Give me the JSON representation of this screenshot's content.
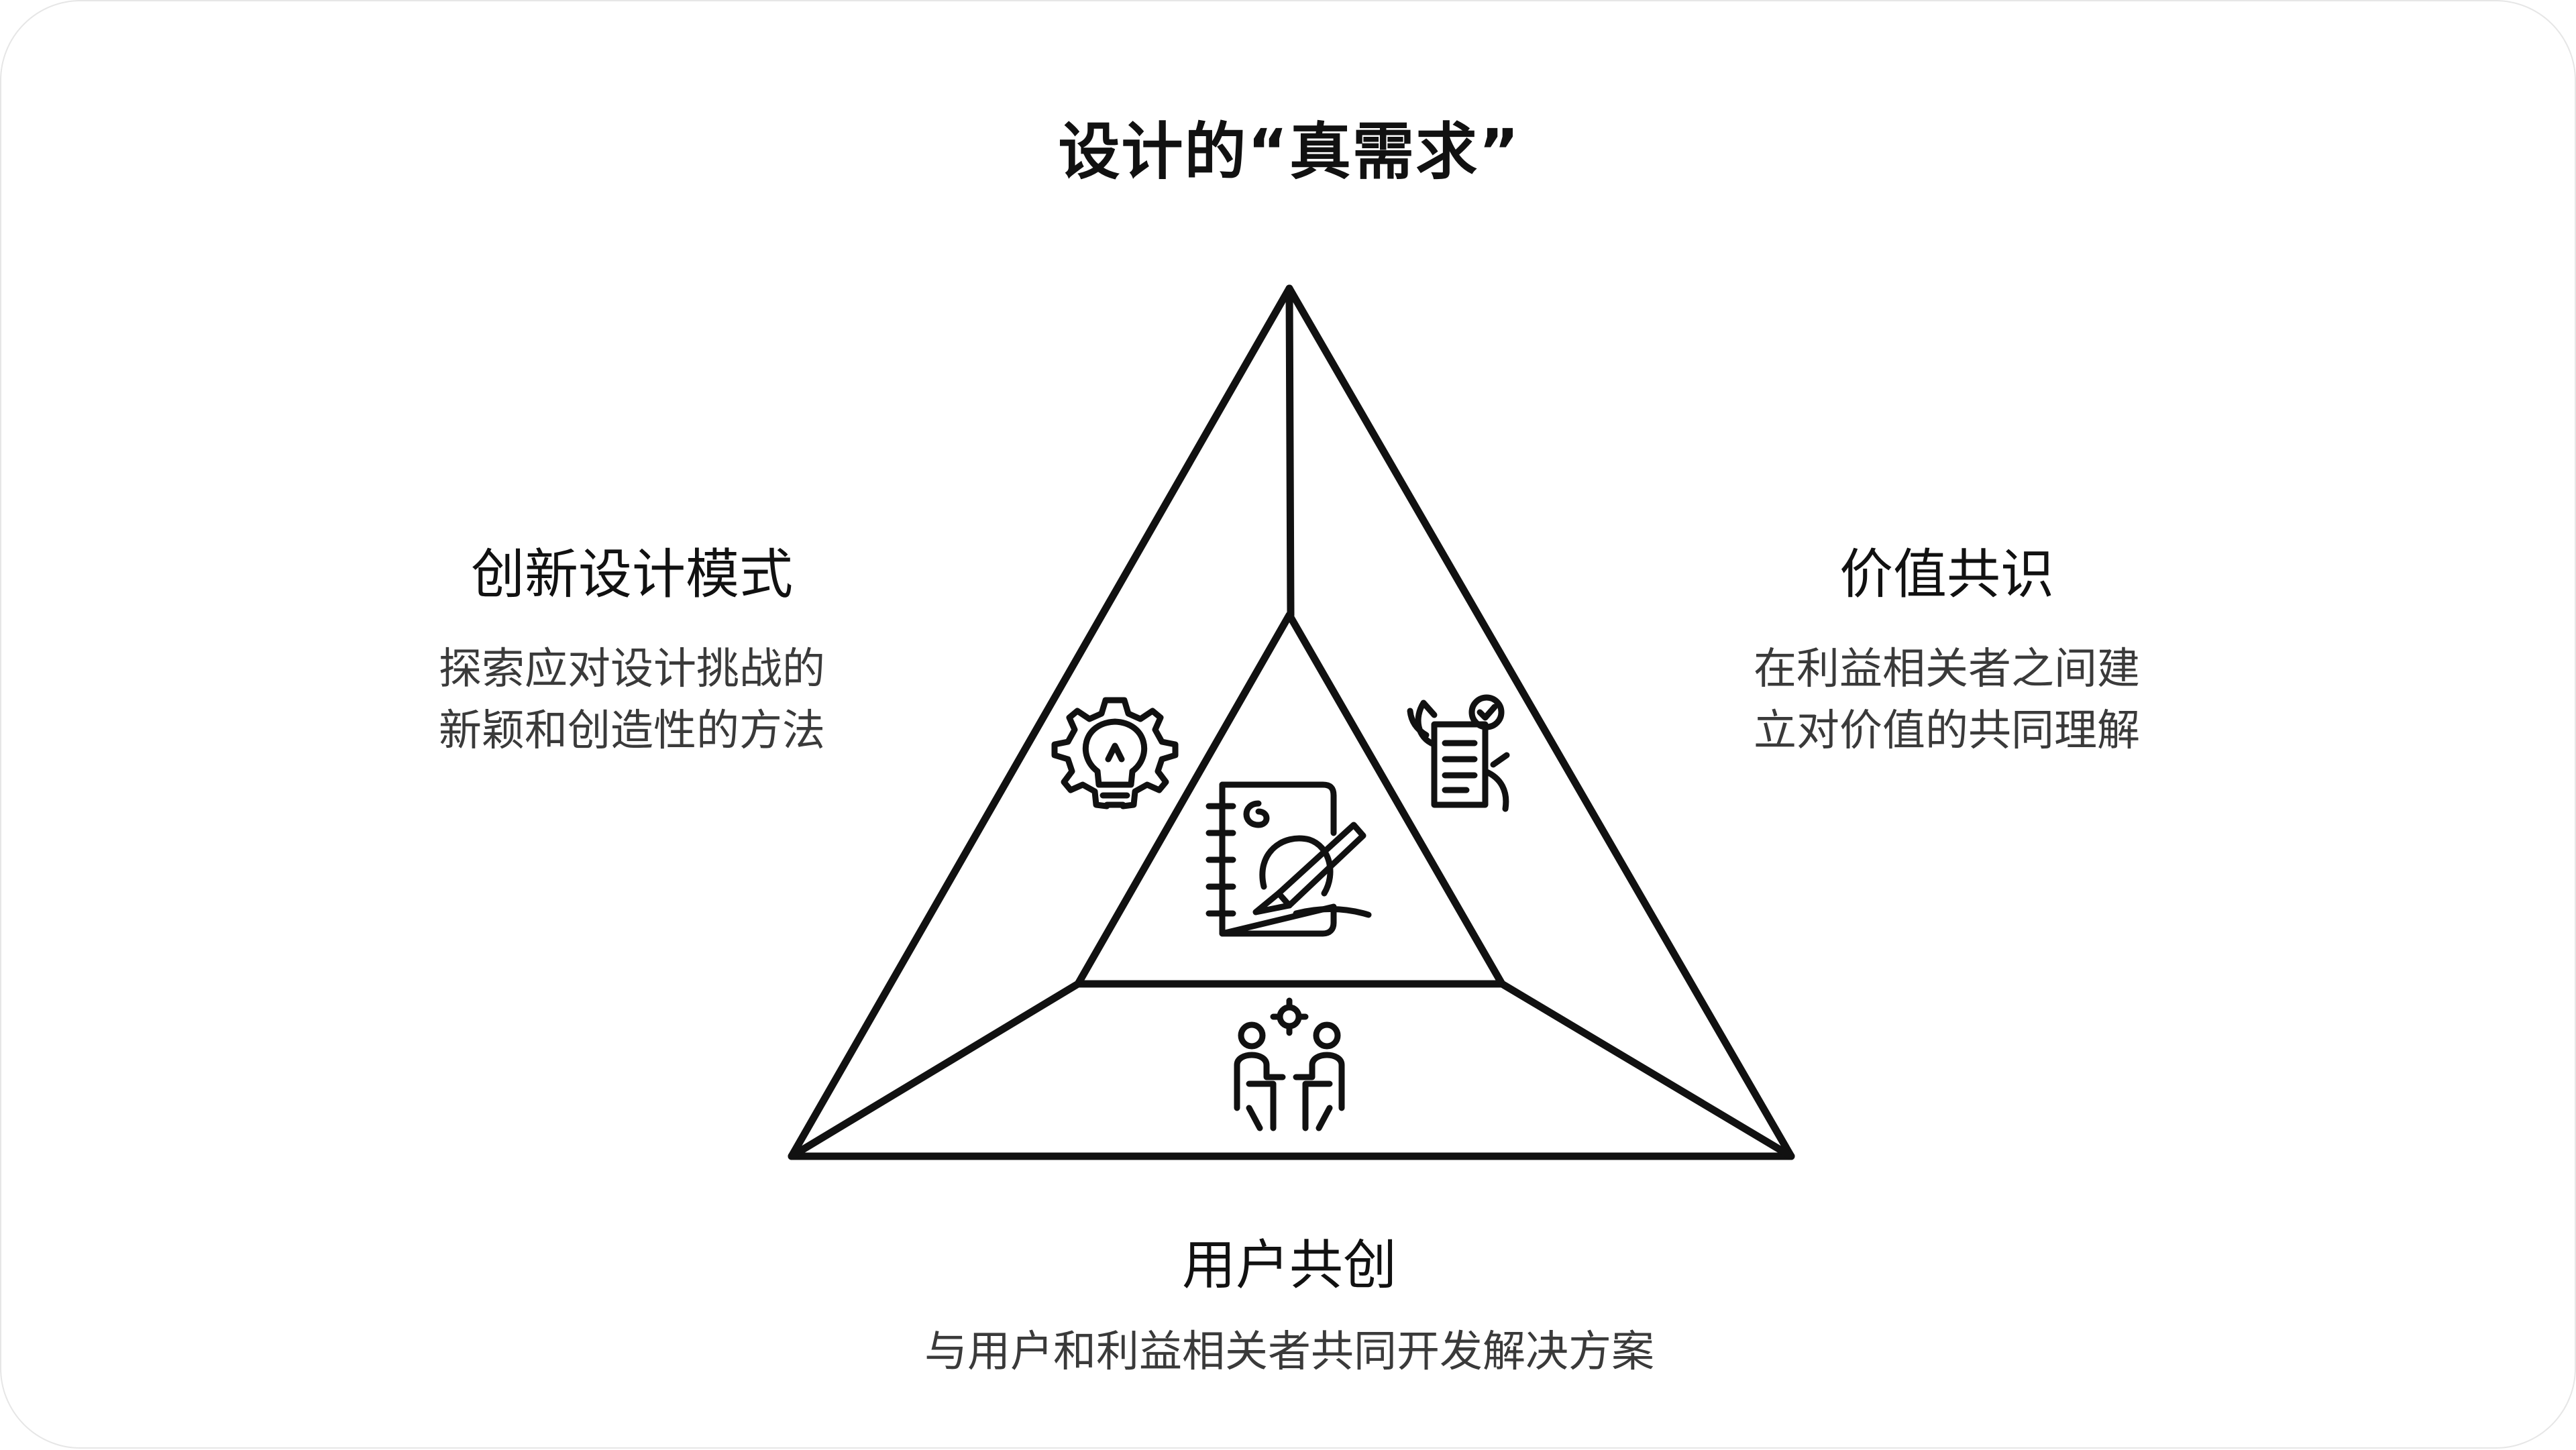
{
  "title": "设计的“真需求”",
  "sections": {
    "left": {
      "heading": "创新设计模式",
      "desc_line1": "探索应对设计挑战的",
      "desc_line2": "新颖和创造性的方法",
      "icon": "gear-lightbulb-icon"
    },
    "right": {
      "heading": "价值共识",
      "desc_line1": "在利益相关者之间建",
      "desc_line2": "立对价值的共同理解",
      "icon": "checklist-hand-icon"
    },
    "bottom": {
      "heading": "用户共创",
      "desc": "与用户和利益相关者共同开发解决方案",
      "icon": "collaborating-people-icon"
    },
    "center": {
      "icon": "notebook-writing-hand-icon"
    }
  },
  "colors": {
    "ink": "#111111",
    "text_secondary": "#3a3a3a",
    "frame_border": "#e6e6e6",
    "background": "#ffffff"
  }
}
